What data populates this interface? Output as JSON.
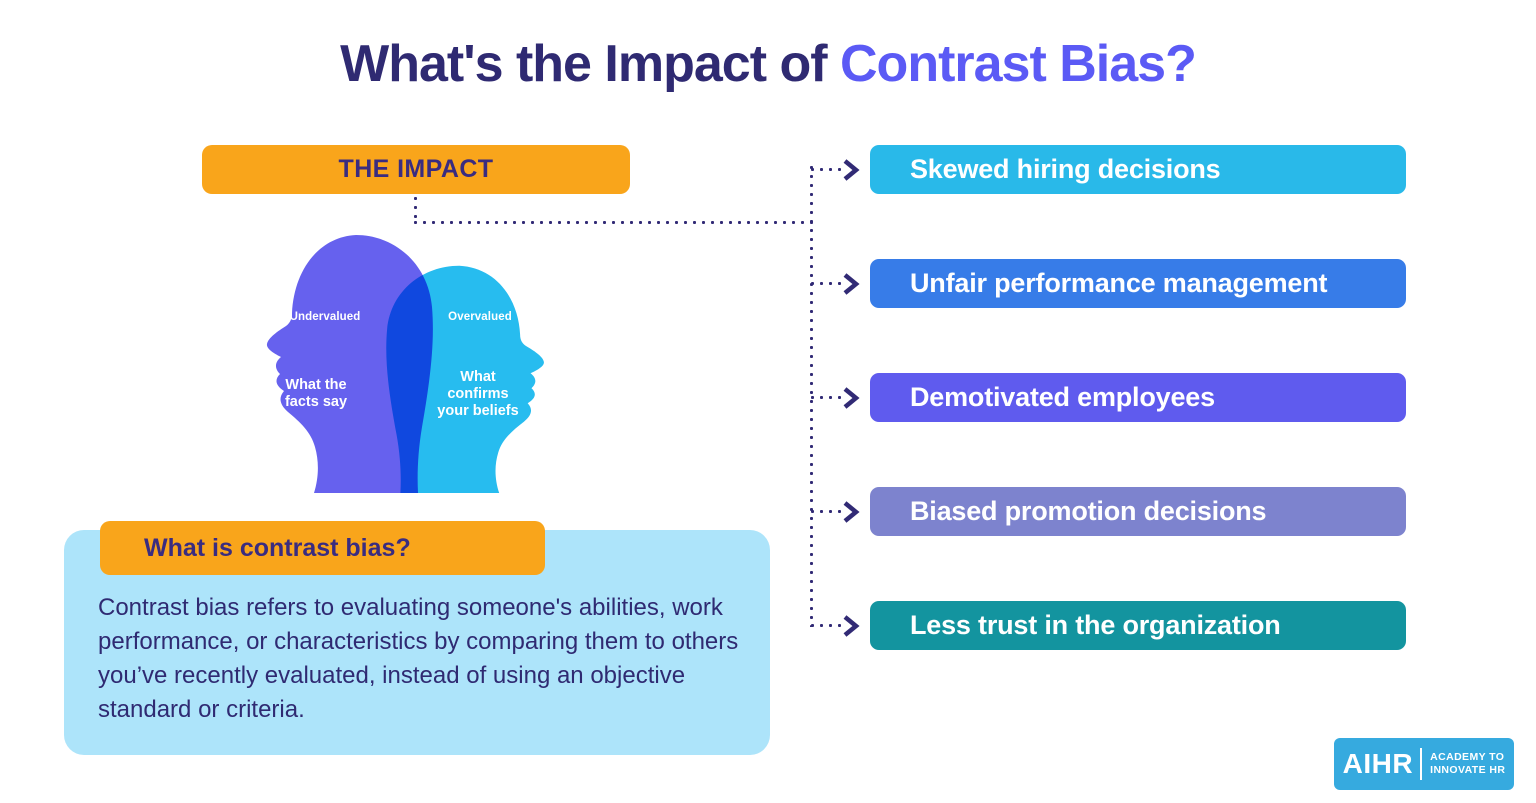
{
  "title": {
    "prefix": "What's the Impact of ",
    "highlight": "Contrast Bias?"
  },
  "impact_chip_label": "THE IMPACT",
  "heads": {
    "left": {
      "tag": "Undervalued",
      "caption": "What the\nfacts say",
      "color": "#6661EE"
    },
    "right": {
      "tag": "Overvalued",
      "caption": "What\nconfirms\nyour beliefs",
      "color": "#27BCEF"
    }
  },
  "impacts": [
    {
      "label": "Skewed hiring decisions",
      "color": "#29B9E9"
    },
    {
      "label": "Unfair performance management",
      "color": "#377CE8"
    },
    {
      "label": "Demotivated employees",
      "color": "#5F5BEE"
    },
    {
      "label": "Biased promotion decisions",
      "color": "#7D83CE"
    },
    {
      "label": "Less trust in the organization",
      "color": "#13949F"
    }
  ],
  "definition": {
    "chip_label": "What is contrast bias?",
    "body": "Contrast bias refers to evaluating someone's abilities, work\nperformance, or characteristics by comparing them to others\nyou’ve recently evaluated, instead of using an objective\nstandard or criteria."
  },
  "logo": {
    "brand": "AIHR",
    "tagline_line1": "ACADEMY TO",
    "tagline_line2": "INNOVATE HR"
  },
  "colors": {
    "ink": "#2F2A72",
    "accent": "#5B5AF5",
    "orange": "#F9A51B",
    "chip_text": "#3A2C80",
    "panel_blue": "#ADE4FA",
    "connector": "#312A75",
    "logo_blue": "#36AADF",
    "head_overlap": "#1A55E8"
  }
}
